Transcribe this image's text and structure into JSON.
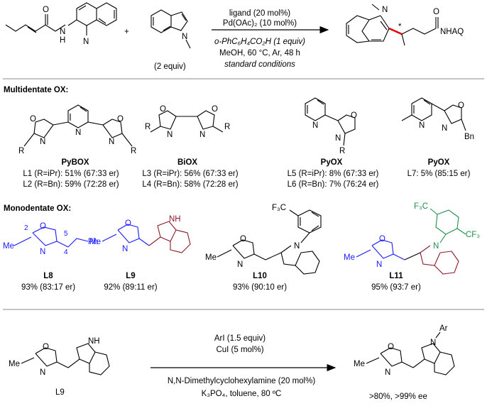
{
  "reaction1": {
    "reagent_ligand": "ligand (20 mol%)",
    "reagent_pd": "Pd(OAc)₂ (10 mol%)",
    "reagent_acid": "o-PhC₆H₄CO₂H (1 equiv)",
    "conditions": "MeOH, 60 °C, Ar, 48 h",
    "standard": "standard conditions",
    "indole_equiv": "(2 equiv)",
    "plus": "+",
    "product_label": "NHAQ",
    "sm_nh": "N",
    "sm_h": "H",
    "star": "*"
  },
  "section_multi": "Multidentate OX:",
  "section_mono": "Monodentate OX:",
  "ligands_multi": [
    {
      "name": "PyBOX",
      "lines": [
        "L1 (R=iPr): 51% (67:33 er)",
        "L2 (R=Bn): 59% (72:28 er)"
      ]
    },
    {
      "name": "BiOX",
      "lines": [
        "L3 (R=iPr): 56% (67:33 er)",
        "L4 (R=Bn): 58% (72:28 er)"
      ]
    },
    {
      "name": "PyOX",
      "lines": [
        "L5 (R=iPr): 8% (67:33 er)",
        "L6 (R=Bn): 7% (76:24 er)"
      ]
    },
    {
      "name": "PyOX",
      "lines": [
        "L7: 5% (85:15 er)"
      ]
    }
  ],
  "ligands_mono": [
    {
      "name": "L8",
      "result": "93% (83:17 er)"
    },
    {
      "name": "L9",
      "result": "92% (89:11 er)"
    },
    {
      "name": "L10",
      "result": "93% (90:10 er)"
    },
    {
      "name": "L11",
      "result": "95% (93:7 er)"
    }
  ],
  "atoms": {
    "O": "O",
    "N": "N",
    "R": "R",
    "Me": "Me",
    "Ph": "Ph",
    "Bn": "Bn",
    "NH": "NH",
    "CF3": "CF₃",
    "F3C": "F₃C",
    "Ar": "Ar",
    "n2": "2",
    "n4": "4",
    "n5": "5"
  },
  "reaction2": {
    "reagent1": "ArI (1.5 equiv)",
    "reagent2": "CuI (5 mol%)",
    "reagent3": "N,N-Dimethylcyclohexylamine (20 mol%)",
    "reagent4": "K₃PO₄, toluene, 80 ºC",
    "sm_label": "L9",
    "result": ">80%, >99% ee"
  }
}
